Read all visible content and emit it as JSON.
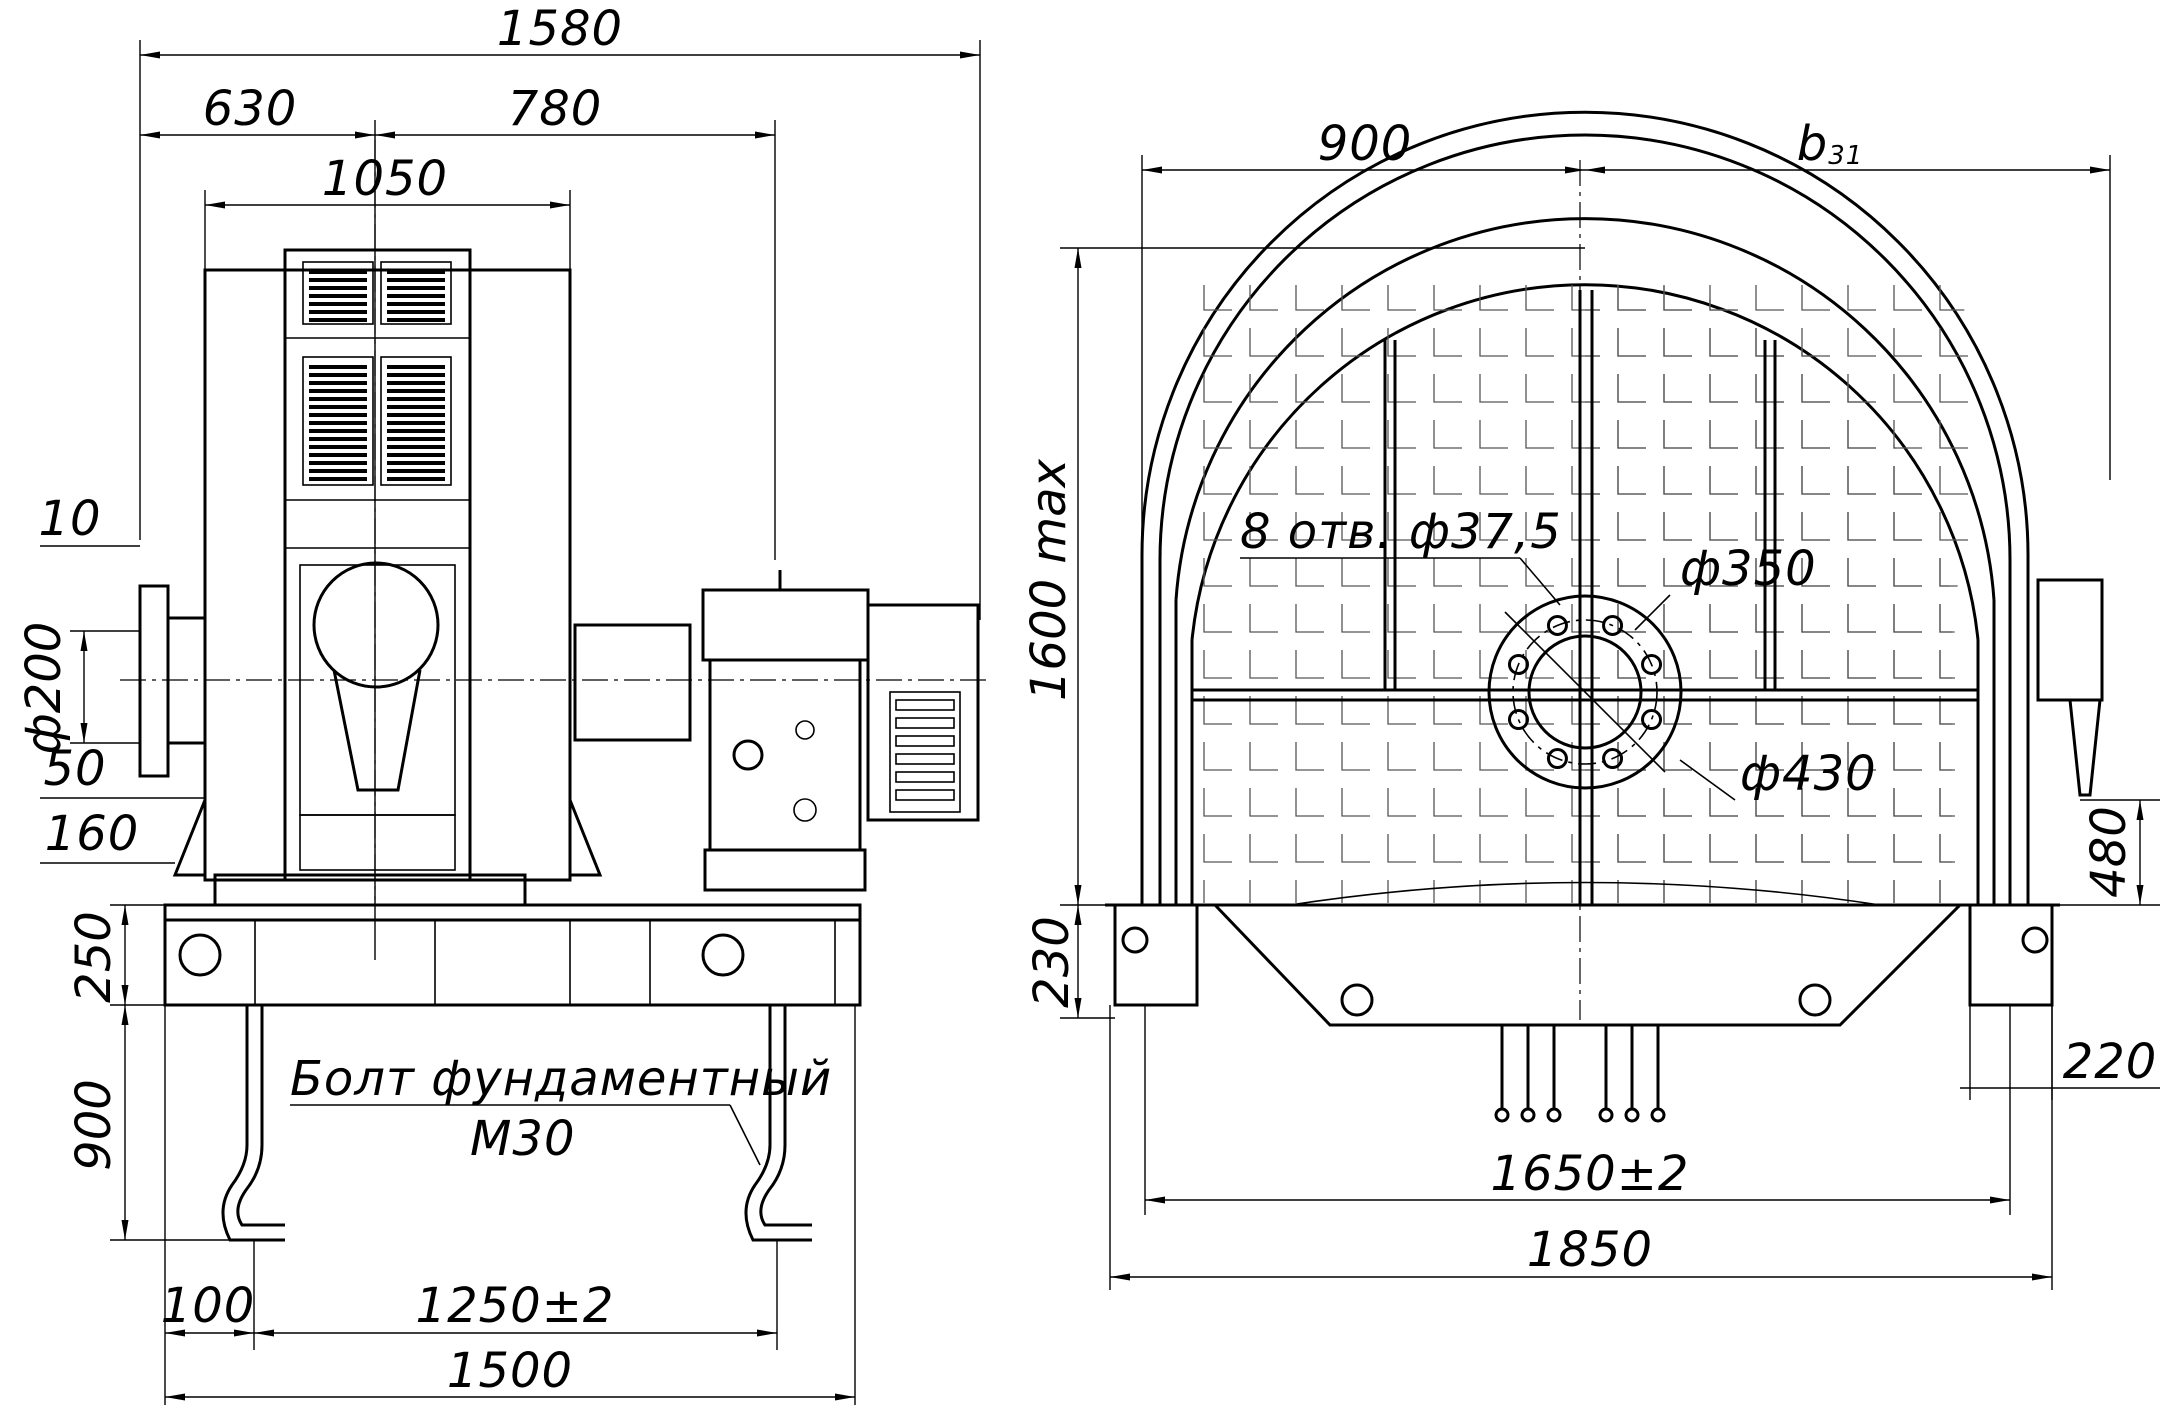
{
  "front_view": {
    "dims": {
      "overall_top": "1580",
      "left_part": "630",
      "right_part": "780",
      "housing": "1050",
      "shaft_offset": "10",
      "flange_dia": "ф200",
      "flange_len": "50",
      "flange_h": "160",
      "frame_h": "250",
      "bolt_len": "900",
      "bolt_edge": "100",
      "bolt_spacing": "1250±2",
      "overall_bottom": "1500"
    },
    "label_bolt_line1": "Болт фундаментный",
    "label_bolt_line2": "М30"
  },
  "side_view": {
    "dims": {
      "half_width": "900",
      "b31": "b",
      "b31_sub": "31",
      "height_max": "1600 max",
      "holes": "8 отв. ф37,5",
      "flange_inner": "ф350",
      "flange_outer": "ф430",
      "base_h": "230",
      "motor_h": "480",
      "pad_w": "220",
      "bolt_spacing": "1650±2",
      "overall": "1850"
    }
  }
}
